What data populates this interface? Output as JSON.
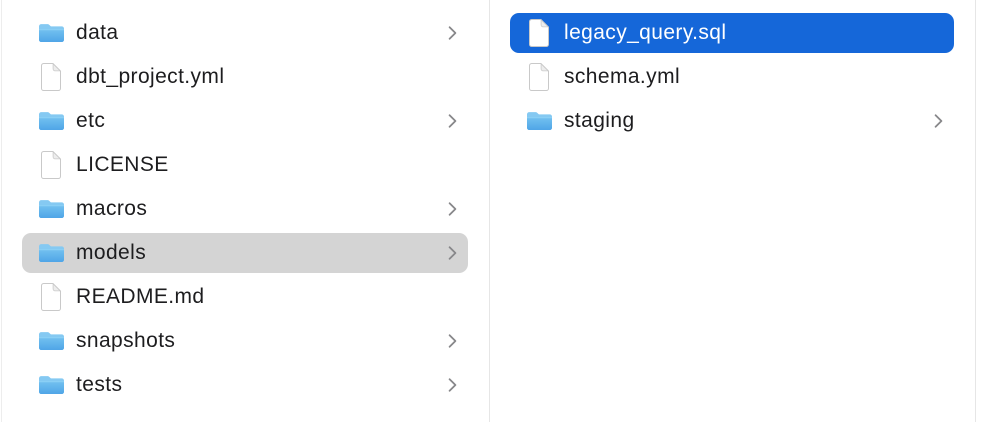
{
  "window": {
    "view_label": "finder-column-view",
    "columns": [
      {
        "items": [
          {
            "label": "data",
            "type": "folder",
            "chevron": true,
            "selected": false
          },
          {
            "label": "dbt_project.yml",
            "type": "file",
            "chevron": false,
            "selected": false
          },
          {
            "label": "etc",
            "type": "folder",
            "chevron": true,
            "selected": false
          },
          {
            "label": "LICENSE",
            "type": "file",
            "chevron": false,
            "selected": false
          },
          {
            "label": "macros",
            "type": "folder",
            "chevron": true,
            "selected": false
          },
          {
            "label": "models",
            "type": "folder",
            "chevron": true,
            "selected": true,
            "selection": "inactive"
          },
          {
            "label": "README.md",
            "type": "file",
            "chevron": false,
            "selected": false
          },
          {
            "label": "snapshots",
            "type": "folder",
            "chevron": true,
            "selected": false
          },
          {
            "label": "tests",
            "type": "folder",
            "chevron": true,
            "selected": false
          }
        ]
      },
      {
        "items": [
          {
            "label": "legacy_query.sql",
            "type": "file",
            "chevron": false,
            "selected": true,
            "selection": "active"
          },
          {
            "label": "schema.yml",
            "type": "file",
            "chevron": false,
            "selected": false
          },
          {
            "label": "staging",
            "type": "folder",
            "chevron": true,
            "selected": false
          }
        ]
      }
    ],
    "colors": {
      "selection_active_bg": "#1567d9",
      "selection_active_text": "#ffffff",
      "selection_inactive_bg": "#d4d4d4",
      "divider": "#e6e6e6",
      "text": "#1d1d1f",
      "chevron": "#87878a",
      "folder_tab": "#85c9f2",
      "folder_body_top": "#74c2f0",
      "folder_body_bottom": "#4fa5e7",
      "file_fill": "#ffffff",
      "file_stroke": "#c9c9c9"
    }
  }
}
